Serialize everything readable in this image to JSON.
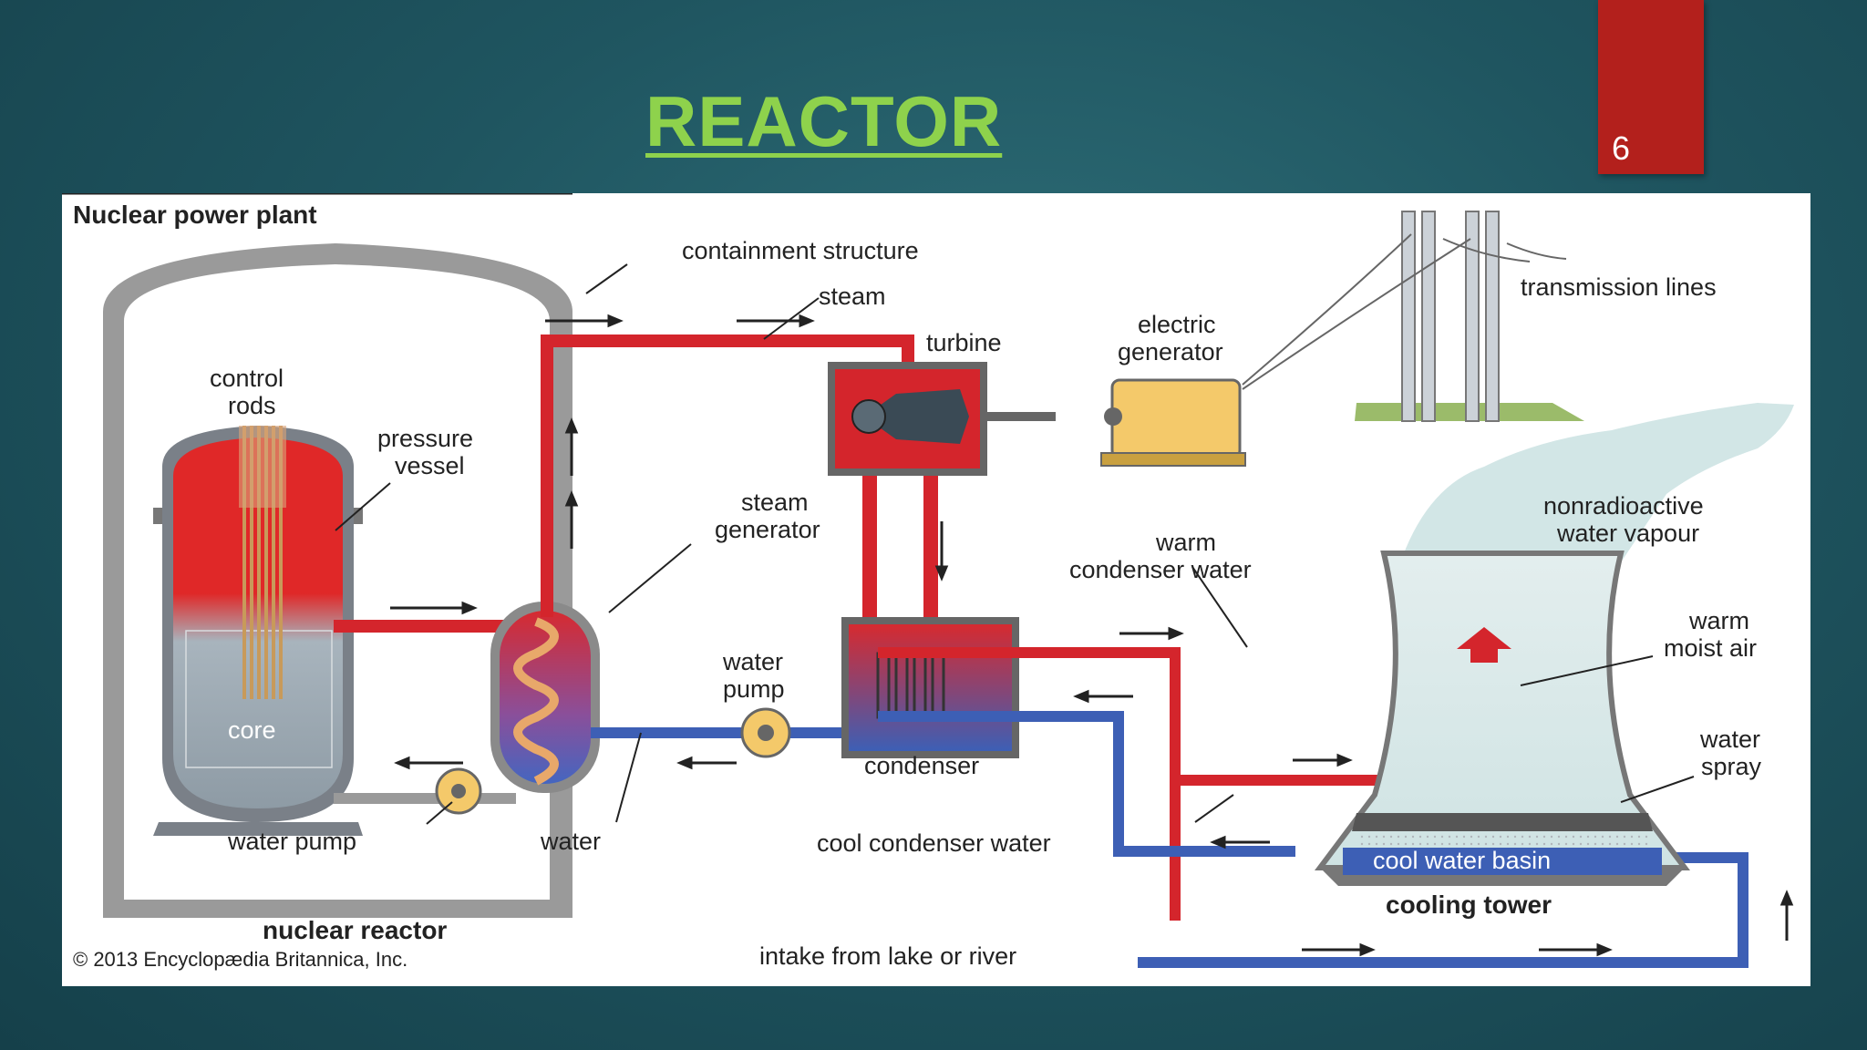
{
  "slide": {
    "title": "REACTOR",
    "page_number": "6",
    "accent_color": "#8ed24c",
    "tab_color": "#b3201c"
  },
  "diagram": {
    "heading": "Nuclear power plant",
    "labels": {
      "containment_structure": "containment structure",
      "steam": "steam",
      "turbine": "turbine",
      "electric_generator_1": "electric",
      "electric_generator_2": "generator",
      "transmission_lines": "transmission lines",
      "control_rods_1": "control",
      "control_rods_2": "rods",
      "pressure_vessel_1": "pressure",
      "pressure_vessel_2": "vessel",
      "steam_generator_1": "steam",
      "steam_generator_2": "generator",
      "core": "core",
      "water_pump_left": "water pump",
      "water": "water",
      "water_pump_mid_1": "water",
      "water_pump_mid_2": "pump",
      "condenser": "condenser",
      "warm_condenser_water_1": "warm",
      "warm_condenser_water_2": "condenser water",
      "nonradioactive_1": "nonradioactive",
      "nonradioactive_2": "water vapour",
      "warm_moist_air_1": "warm",
      "warm_moist_air_2": "moist air",
      "water_spray_1": "water",
      "water_spray_2": "spray",
      "cool_condenser_water": "cool condenser water",
      "cool_water_basin": "cool water basin",
      "cooling_tower": "cooling tower",
      "nuclear_reactor": "nuclear reactor",
      "intake": "intake from lake or river",
      "copyright": "© 2013 Encyclopædia Britannica, Inc."
    },
    "colors": {
      "hot_pipe": "#d4252c",
      "cool_pipe": "#3d5fb5",
      "containment": "#9a9a9a",
      "generator": "#f4c96a",
      "vapour": "#d2e6e6",
      "ground": "#9bbb6a"
    }
  }
}
